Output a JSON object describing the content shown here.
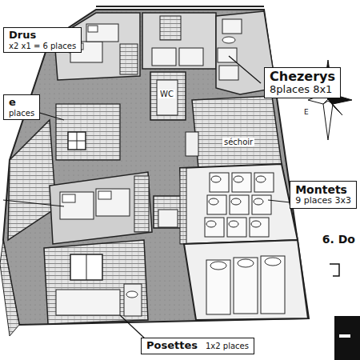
{
  "diagram": {
    "nodes": [
      {
        "text": [
          "Drus",
          "x2 x1 = 6 places"
        ]
      },
      {
        "text": [
          "e",
          "places"
        ]
      },
      {
        "text": [
          "Chezerys",
          "8places 8x1"
        ]
      },
      {
        "text": [
          "Montets",
          "9 places 3x3"
        ]
      },
      {
        "text": [
          "Posettes",
          "1x2 places"
        ]
      }
    ],
    "labels": [
      "WC",
      "séchoir",
      "6. Do",
      "E"
    ]
  }
}
